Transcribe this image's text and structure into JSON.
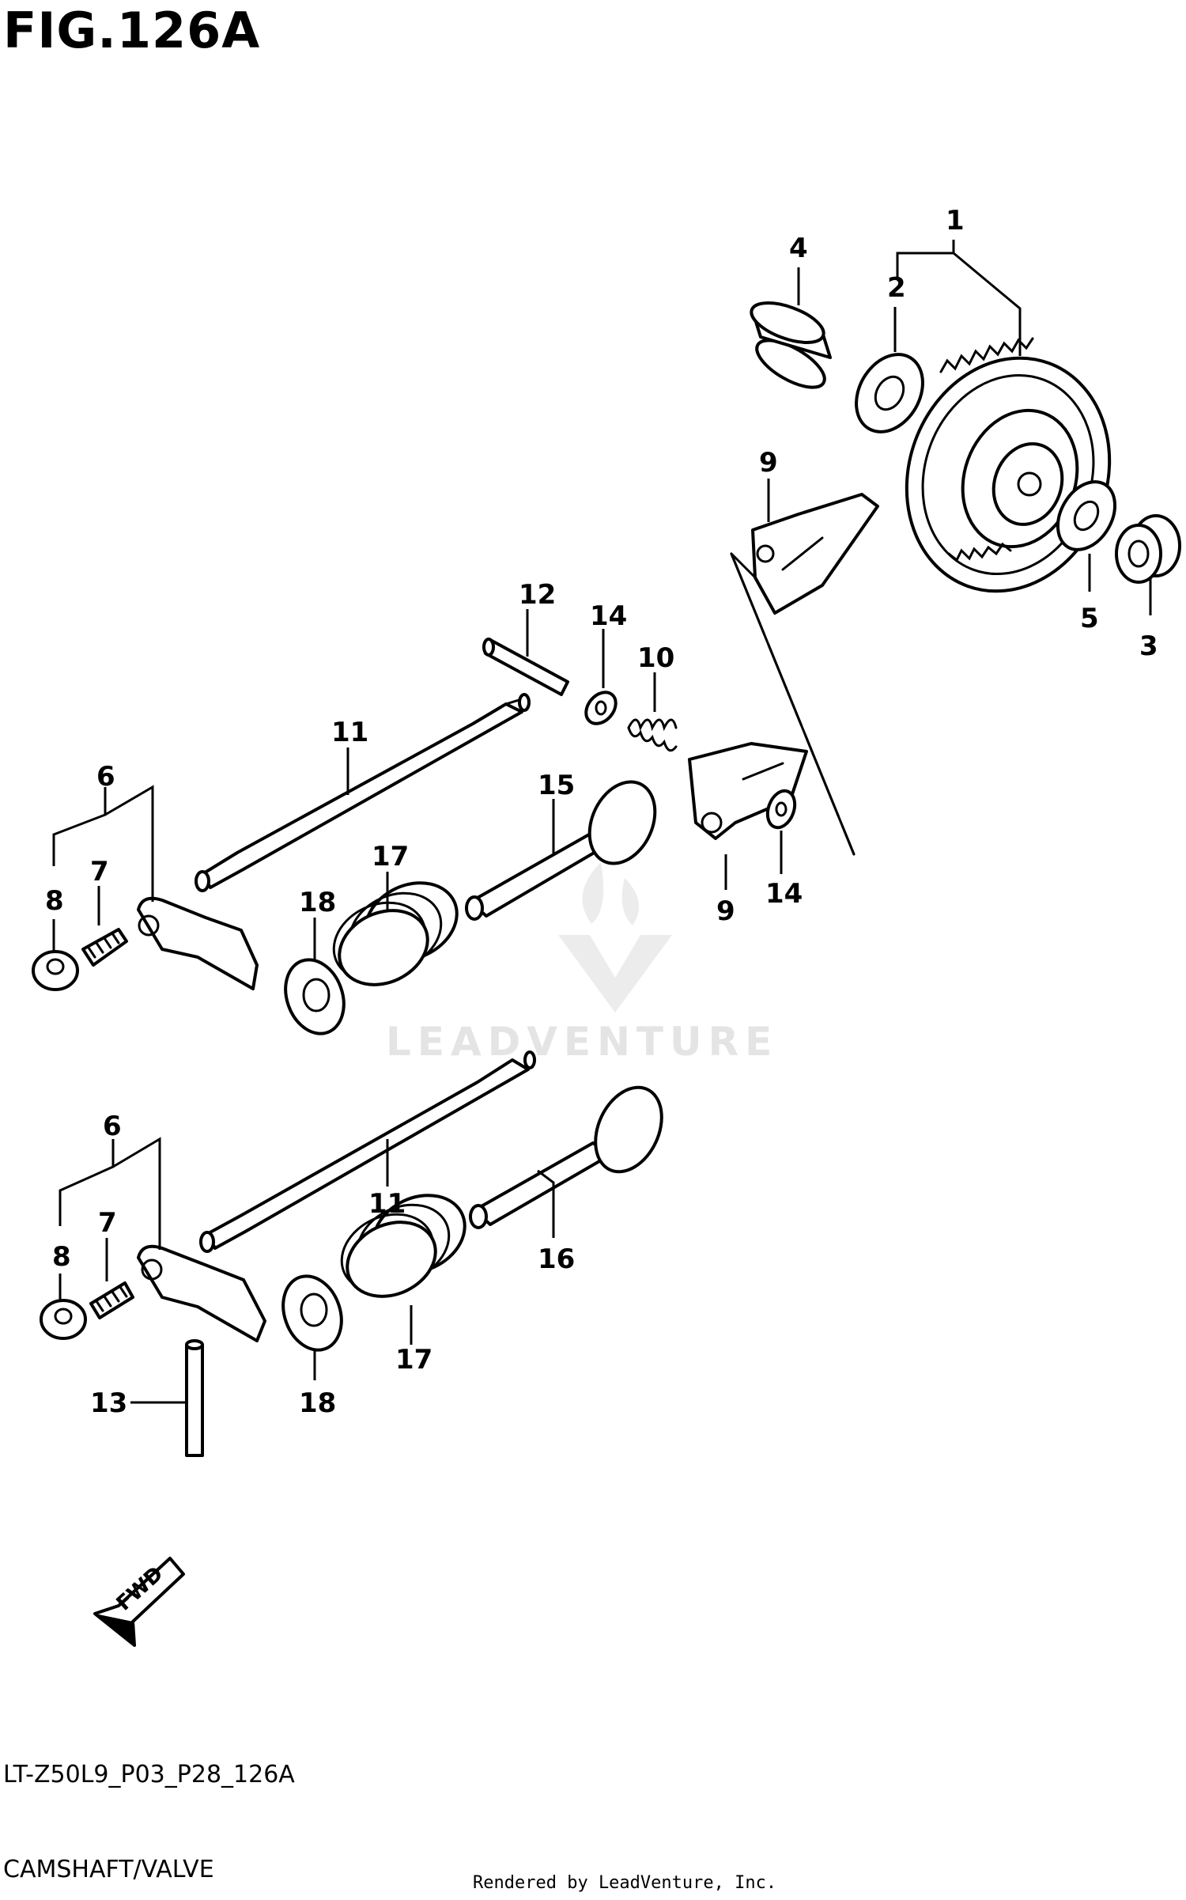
{
  "figure": {
    "title": "FIG.126A",
    "code": "LT-Z50L9_P03_P28_126A",
    "caption": "CAMSHAFT/VALVE",
    "credit": "Rendered by LeadVenture, Inc.",
    "watermark": "LEADVENTURE",
    "fwd_label": "FWD"
  },
  "callouts": {
    "c1": "1",
    "c2": "2",
    "c3": "3",
    "c4": "4",
    "c5": "5",
    "c9a": "9",
    "c9b": "9",
    "c10": "10",
    "c11a": "11",
    "c11b": "11",
    "c12": "12",
    "c13": "13",
    "c14a": "14",
    "c14b": "14",
    "c15": "15",
    "c16": "16",
    "c17a": "17",
    "c17b": "17",
    "c18a": "18",
    "c18b": "18",
    "c6a": "6",
    "c7a": "7",
    "c8a": "8",
    "c6b": "6",
    "c7b": "7",
    "c8b": "8"
  },
  "icons": [
    "fwd-arrow-icon",
    "leadventure-logo-icon"
  ]
}
